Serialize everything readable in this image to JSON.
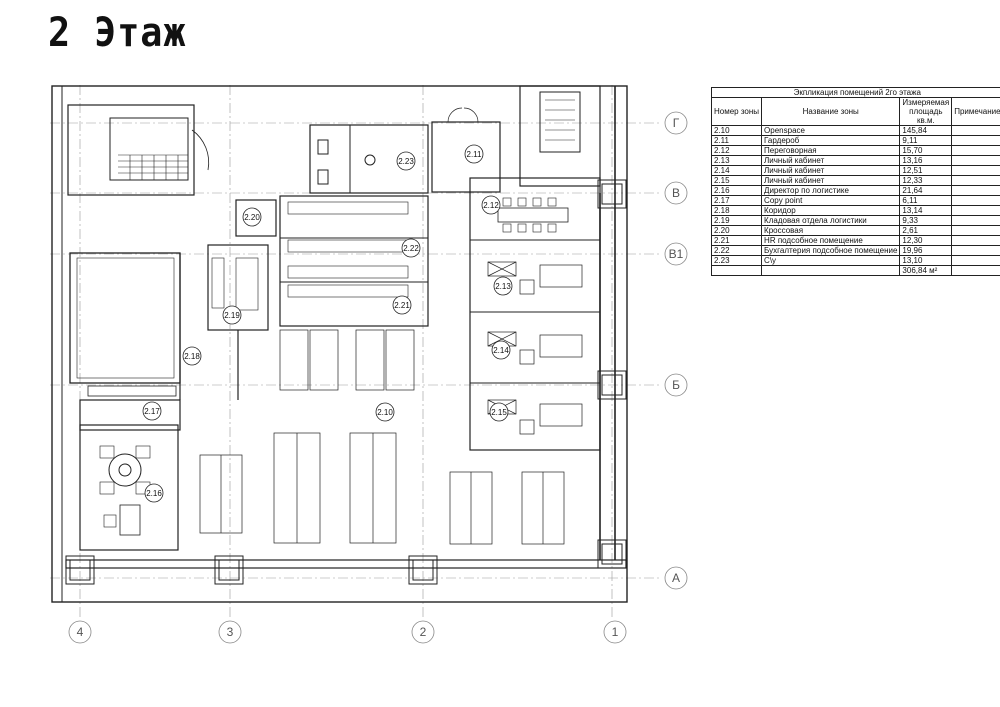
{
  "title": "2 Этаж",
  "axes": {
    "columns": [
      "4",
      "3",
      "2",
      "1"
    ],
    "rows": [
      "Г",
      "В",
      "В1",
      "Б",
      "А"
    ]
  },
  "rooms": [
    "2.10",
    "2.11",
    "2.12",
    "2.13",
    "2.14",
    "2.15",
    "2.16",
    "2.17",
    "2.18",
    "2.19",
    "2.20",
    "2.21",
    "2.22",
    "2.23"
  ],
  "table": {
    "caption": "Экпликация помещений 2го этажа",
    "headers": [
      "Номер зоны",
      "Название зоны",
      "Измеряемая площадь кв.м.",
      "Примечание"
    ],
    "rows": [
      {
        "num": "2.10",
        "name": "Openspace",
        "area": "145,84",
        "note": ""
      },
      {
        "num": "2.11",
        "name": "Гардероб",
        "area": "9,11",
        "note": ""
      },
      {
        "num": "2.12",
        "name": "Переговорная",
        "area": "15,70",
        "note": ""
      },
      {
        "num": "2.13",
        "name": "Личный кабинет",
        "area": "13,16",
        "note": ""
      },
      {
        "num": "2.14",
        "name": "Личный кабинет",
        "area": "12,51",
        "note": ""
      },
      {
        "num": "2.15",
        "name": "Личный кабинет",
        "area": "12,33",
        "note": ""
      },
      {
        "num": "2.16",
        "name": "Директор по логистике",
        "area": "21,64",
        "note": ""
      },
      {
        "num": "2.17",
        "name": "Copy point",
        "area": "6,11",
        "note": ""
      },
      {
        "num": "2.18",
        "name": "Коридор",
        "area": "13,14",
        "note": ""
      },
      {
        "num": "2.19",
        "name": "Кладовая отдела логистики",
        "area": "9,33",
        "note": ""
      },
      {
        "num": "2.20",
        "name": "Кроссовая",
        "area": "2,61",
        "note": ""
      },
      {
        "num": "2.21",
        "name": "HR подсобное помещение",
        "area": "12,30",
        "note": ""
      },
      {
        "num": "2.22",
        "name": "Бухгалтерия подсобное помещение",
        "area": "19,96",
        "note": ""
      },
      {
        "num": "2.23",
        "name": "С\\у",
        "area": "13,10",
        "note": ""
      }
    ],
    "total": "306,84 м²"
  }
}
